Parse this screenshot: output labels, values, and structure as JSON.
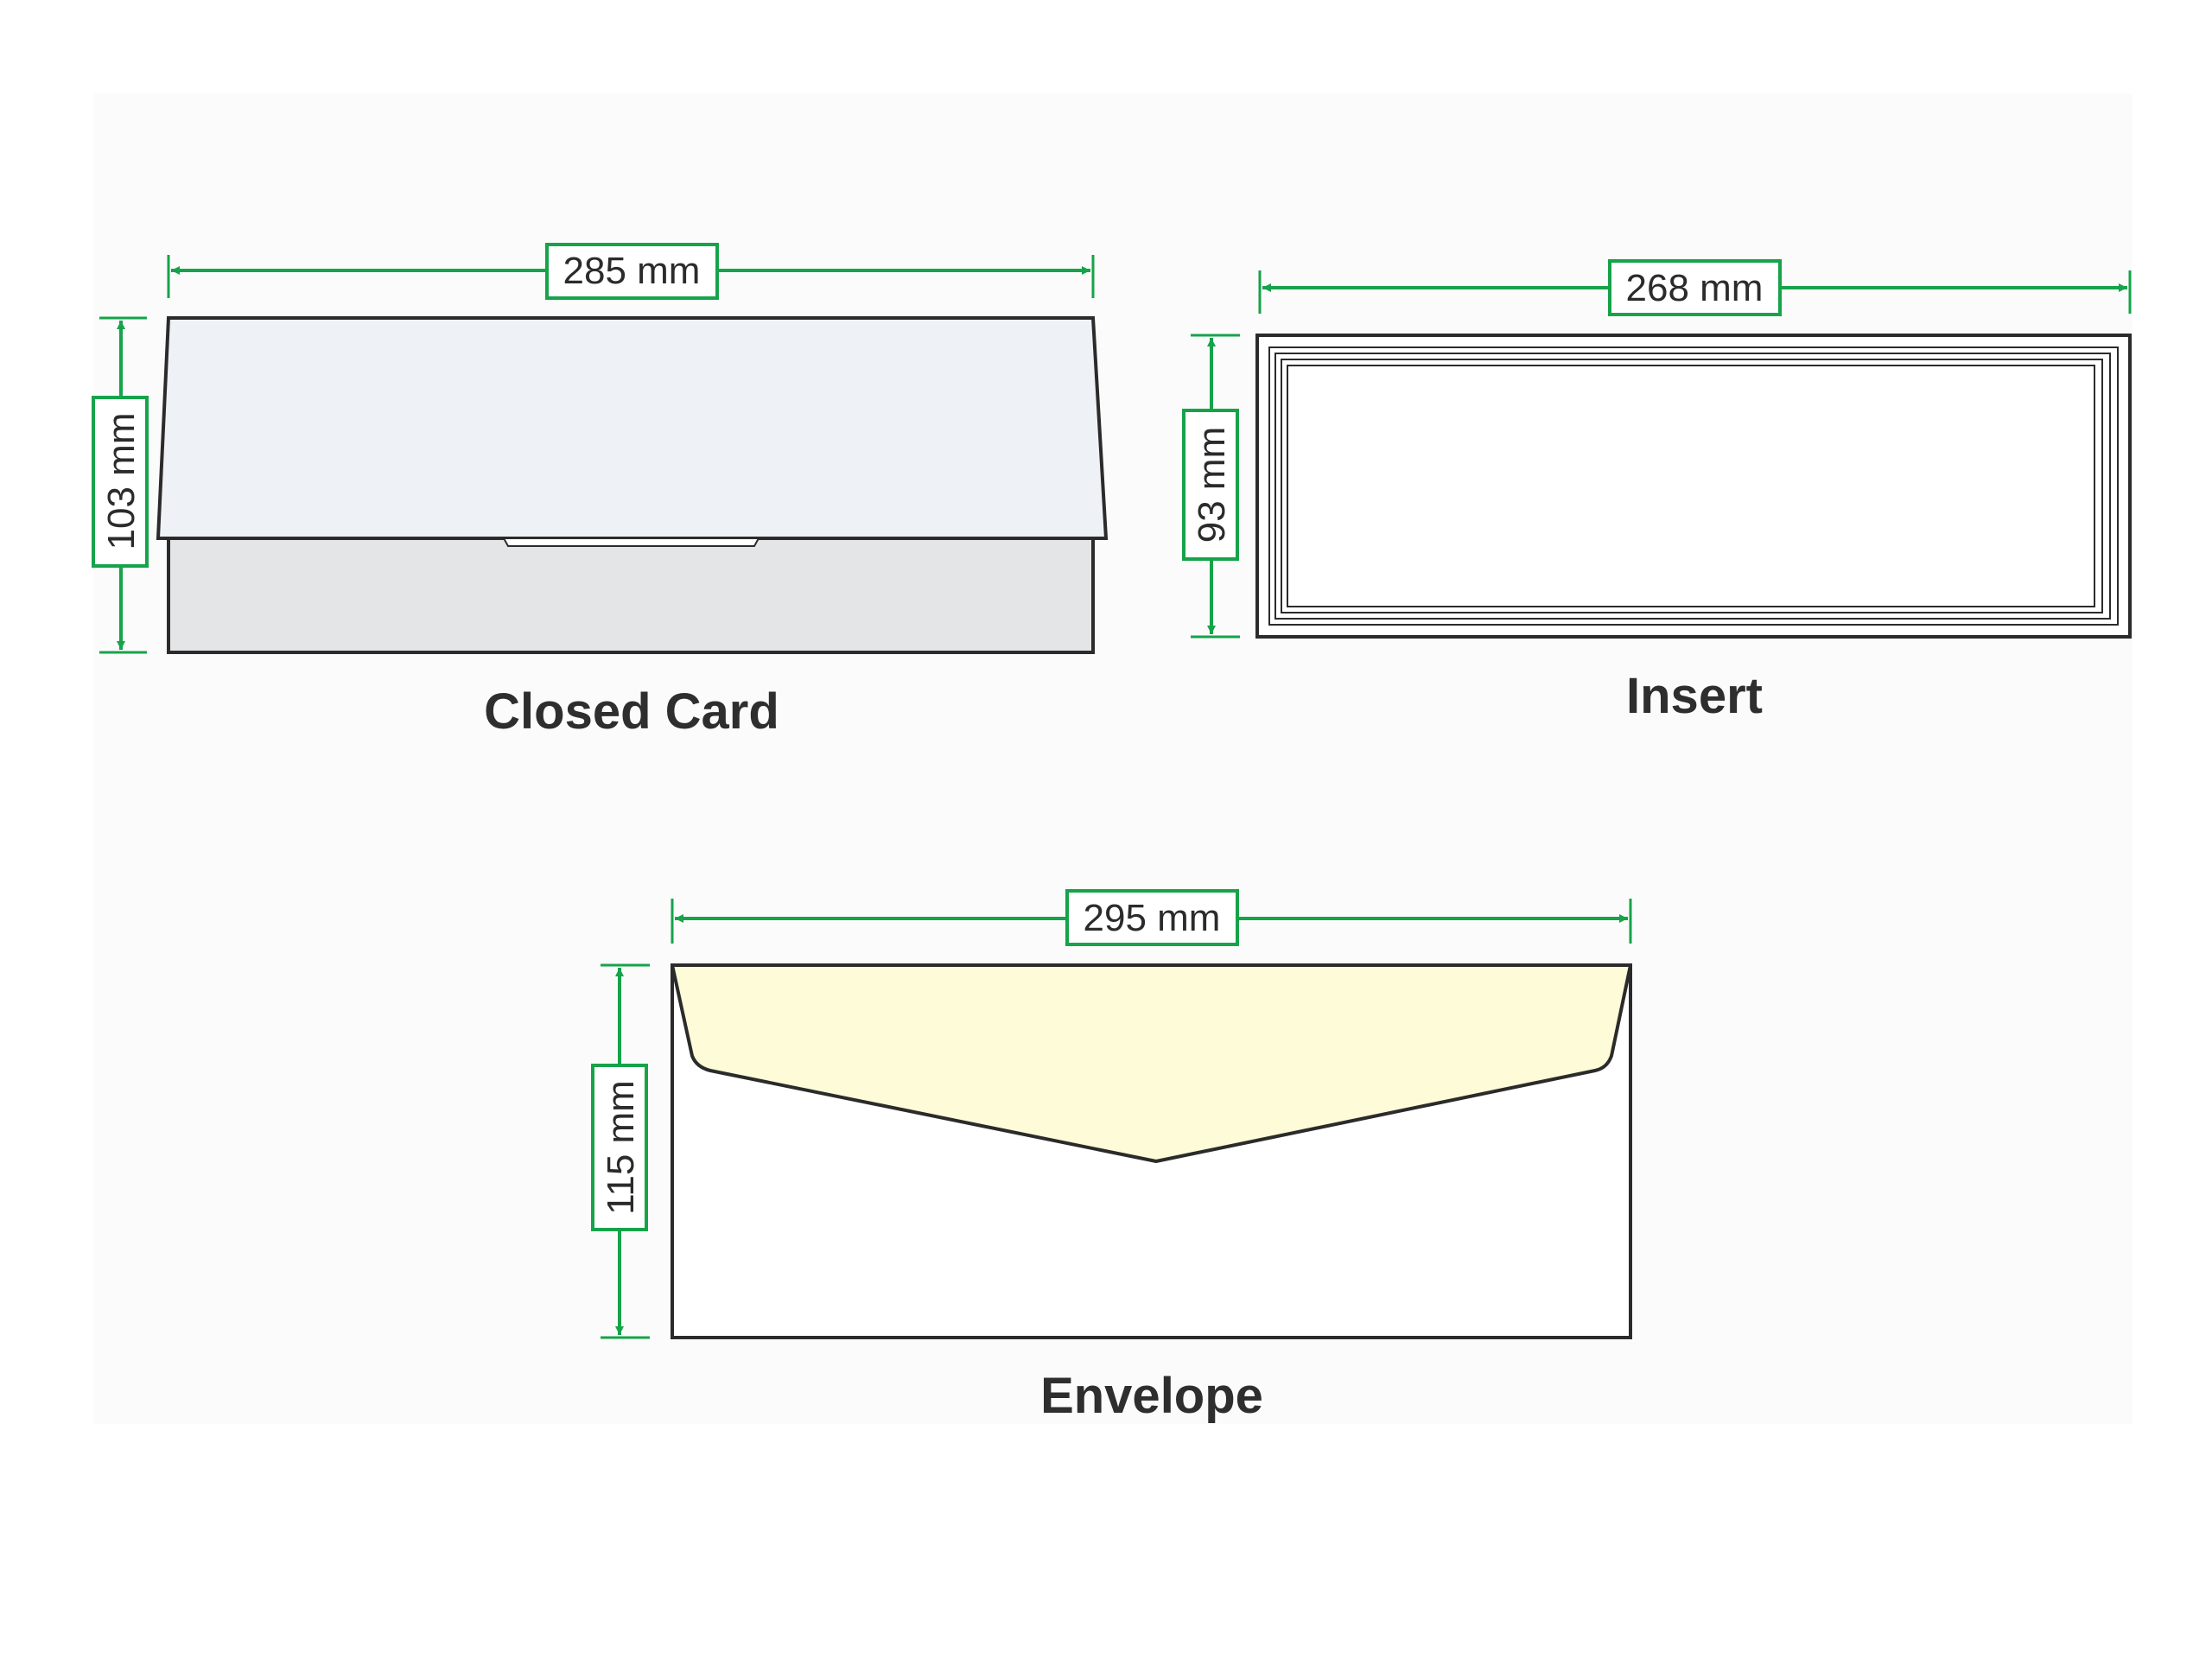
{
  "colors": {
    "dimension_line": "#16a34a",
    "outline": "#2b2b2b",
    "card_top": "#eef1f5",
    "card_bottom": "#e4e5e7",
    "envelope_flap": "#fefbd8",
    "backdrop": "#fbfbfb"
  },
  "closed_card": {
    "title": "Closed Card",
    "width_label": "285 mm",
    "height_label": "103 mm"
  },
  "insert": {
    "title": "Insert",
    "width_label": "268 mm",
    "height_label": "93 mm"
  },
  "envelope": {
    "title": "Envelope",
    "width_label": "295 mm",
    "height_label": "115 mm"
  }
}
